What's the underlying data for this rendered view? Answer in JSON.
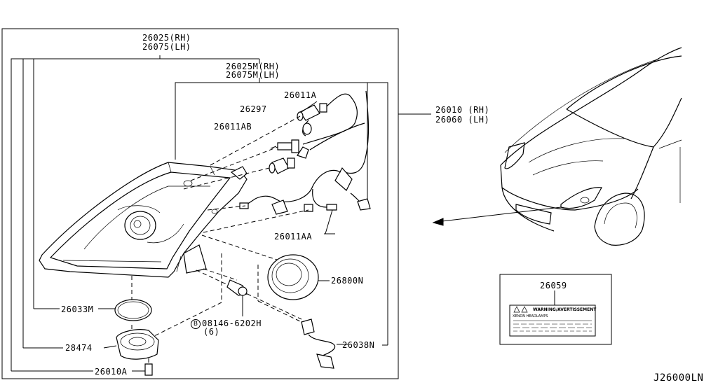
{
  "parts": {
    "p_26025": [
      "26025(RH)",
      "26075(LH)"
    ],
    "p_26025m": [
      "26025M(RH)",
      "26075M(LH)"
    ],
    "p_26011a": "26011A",
    "p_26297": "26297",
    "p_26011ab": "26011AB",
    "p_26010": [
      "26010 (RH)",
      "26060 (LH)"
    ],
    "p_26011aa": "26011AA",
    "p_26800n": "26800N",
    "p_26033m": "26033M",
    "p_bolt_symbol": "B",
    "p_bolt": "08146-6202H",
    "p_bolt_qty": "(6)",
    "p_28474": "28474",
    "p_26038n": "26038N",
    "p_26010a": "26010A",
    "p_26059": "26059"
  },
  "label_sticker": {
    "warning_text": "WARNING/AVERTISSEMENT",
    "subtitle": "XENON HEADLAMPS"
  },
  "diagram_code": "J26000LN"
}
